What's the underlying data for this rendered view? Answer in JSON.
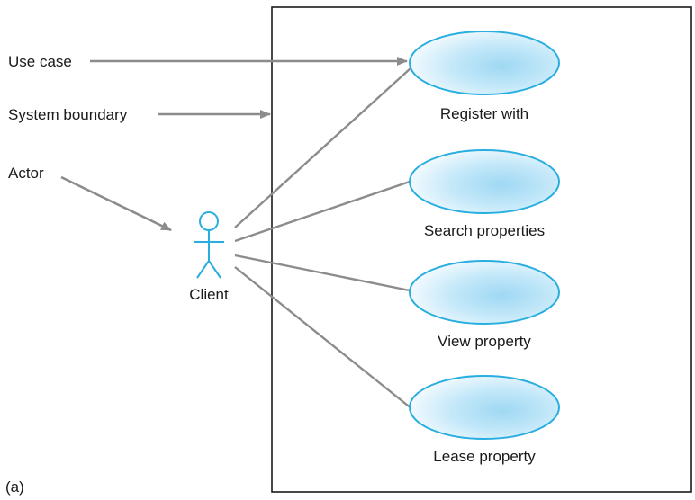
{
  "annotations": {
    "use_case": "Use case",
    "system_boundary": "System boundary",
    "actor": "Actor"
  },
  "actor": {
    "name": "Client"
  },
  "use_cases": [
    {
      "label": "Register with"
    },
    {
      "label": "Search properties"
    },
    {
      "label": "View property"
    },
    {
      "label": "Lease property"
    }
  ],
  "figure_label": "(a)",
  "colors": {
    "accent": "#29aee0",
    "ellipse_fill_center": "#a8dcf5",
    "ellipse_fill_edge": "#e8f6fd",
    "connector": "#8c8c8c",
    "text": "#1a1a1a"
  }
}
